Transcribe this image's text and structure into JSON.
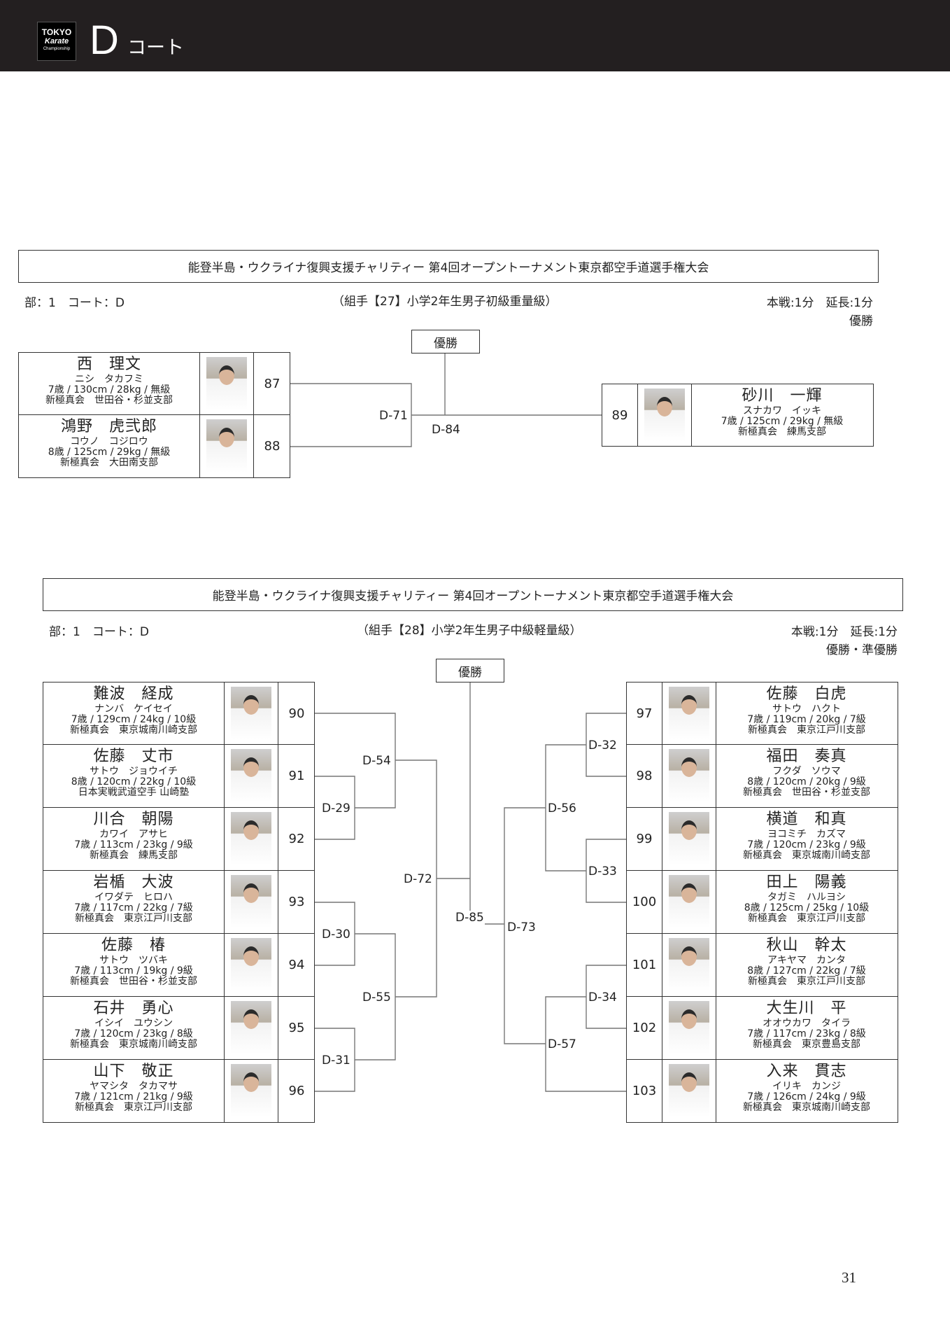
{
  "header": {
    "logo": {
      "line1": "TOKYO",
      "line2": "Karate",
      "line3": "Championship"
    },
    "court_letter": "D",
    "court_word": "コート"
  },
  "brackets": [
    {
      "title": "能登半島・ウクライナ復興支援チャリティー 第4回オープントーナメント東京都空手道選手権大会",
      "part_court": "部：1　コート：D",
      "division": "（組手【27】小学2年生男子初級重量級）",
      "time": "本戦:1分　延長:1分",
      "prizes": "優勝",
      "winner_box": "優勝",
      "matches": {
        "m71": "D-71",
        "m84": "D-84"
      },
      "left": [
        {
          "num": "87",
          "name": "西　理文",
          "kana": "ニシ　タカフミ",
          "stats": "7歳 / 130cm / 28kg / 無級",
          "club": "新極真会　世田谷・杉並支部"
        },
        {
          "num": "88",
          "name": "鴻野　虎弐郎",
          "kana": "コウノ　コジロウ",
          "stats": "8歳 / 125cm / 29kg / 無級",
          "club": "新極真会　大田南支部"
        }
      ],
      "right": [
        {
          "num": "89",
          "name": "砂川　一輝",
          "kana": "スナカワ　イッキ",
          "stats": "7歳 / 125cm / 29kg / 無級",
          "club": "新極真会　練馬支部"
        }
      ]
    },
    {
      "title": "能登半島・ウクライナ復興支援チャリティー 第4回オープントーナメント東京都空手道選手権大会",
      "part_court": "部：1　コート：D",
      "division": "（組手【28】小学2年生男子中級軽量級）",
      "time": "本戦:1分　延長:1分",
      "prizes": "優勝・準優勝",
      "winner_box": "優勝",
      "matches": {
        "m29": "D-29",
        "m30": "D-30",
        "m31": "D-31",
        "m54": "D-54",
        "m55": "D-55",
        "m72": "D-72",
        "m85": "D-85",
        "m32": "D-32",
        "m33": "D-33",
        "m34": "D-34",
        "m56": "D-56",
        "m57": "D-57",
        "m73": "D-73"
      },
      "left": [
        {
          "num": "90",
          "name": "難波　経成",
          "kana": "ナンバ　ケイセイ",
          "stats": "7歳 / 129cm / 24kg / 10級",
          "club": "新極真会　東京城南川崎支部"
        },
        {
          "num": "91",
          "name": "佐藤　丈市",
          "kana": "サトウ　ジョウイチ",
          "stats": "8歳 / 120cm / 22kg / 10級",
          "club": "日本実戦武道空手 山崎塾"
        },
        {
          "num": "92",
          "name": "川合　朝陽",
          "kana": "カワイ　アサヒ",
          "stats": "7歳 / 113cm / 23kg / 9級",
          "club": "新極真会　練馬支部"
        },
        {
          "num": "93",
          "name": "岩楯　大波",
          "kana": "イワダテ　ヒロハ",
          "stats": "7歳 / 117cm / 22kg / 7級",
          "club": "新極真会　東京江戸川支部"
        },
        {
          "num": "94",
          "name": "佐藤　椿",
          "kana": "サトウ　ツバキ",
          "stats": "7歳 / 113cm / 19kg / 9級",
          "club": "新極真会　世田谷・杉並支部"
        },
        {
          "num": "95",
          "name": "石井　勇心",
          "kana": "イシイ　ユウシン",
          "stats": "7歳 / 120cm / 23kg / 8級",
          "club": "新極真会　東京城南川崎支部"
        },
        {
          "num": "96",
          "name": "山下　敬正",
          "kana": "ヤマシタ　タカマサ",
          "stats": "7歳 / 121cm / 21kg / 9級",
          "club": "新極真会　東京江戸川支部"
        }
      ],
      "right": [
        {
          "num": "97",
          "name": "佐藤　白虎",
          "kana": "サトウ　ハクト",
          "stats": "7歳 / 119cm / 20kg / 7級",
          "club": "新極真会　東京江戸川支部"
        },
        {
          "num": "98",
          "name": "福田　奏真",
          "kana": "フクダ　ソウマ",
          "stats": "8歳 / 120cm / 20kg / 9級",
          "club": "新極真会　世田谷・杉並支部"
        },
        {
          "num": "99",
          "name": "横道　和真",
          "kana": "ヨコミチ　カズマ",
          "stats": "7歳 / 120cm / 23kg / 9級",
          "club": "新極真会　東京城南川崎支部"
        },
        {
          "num": "100",
          "name": "田上　陽義",
          "kana": "タガミ　ハルヨシ",
          "stats": "8歳 / 125cm / 25kg / 10級",
          "club": "新極真会　東京江戸川支部"
        },
        {
          "num": "101",
          "name": "秋山　幹太",
          "kana": "アキヤマ　カンタ",
          "stats": "8歳 / 127cm / 22kg / 7級",
          "club": "新極真会　東京江戸川支部"
        },
        {
          "num": "102",
          "name": "大生川　平",
          "kana": "オオウカワ　タイラ",
          "stats": "7歳 / 117cm / 23kg / 8級",
          "club": "新極真会　東京豊島支部"
        },
        {
          "num": "103",
          "name": "入来　貫志",
          "kana": "イリキ　カンジ",
          "stats": "7歳 / 126cm / 24kg / 9級",
          "club": "新極真会　東京城南川崎支部"
        }
      ]
    }
  ],
  "page_number": "31"
}
